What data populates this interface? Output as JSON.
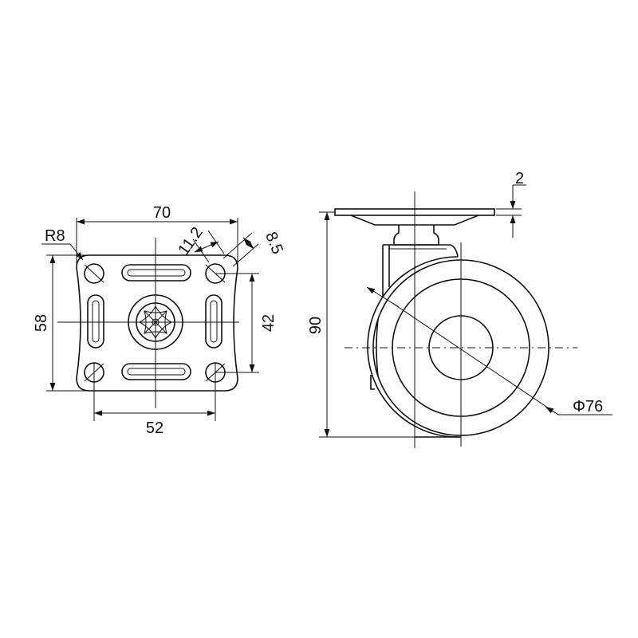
{
  "dimensions": {
    "plate_width": "70",
    "plate_height": "58",
    "hole_spacing_x": "52",
    "hole_spacing_y": "42",
    "corner_radius": "R8",
    "slot_length": "11.2",
    "slot_width": "8.5",
    "plate_thickness": "2",
    "overall_height": "90",
    "wheel_diameter": "Φ76"
  }
}
